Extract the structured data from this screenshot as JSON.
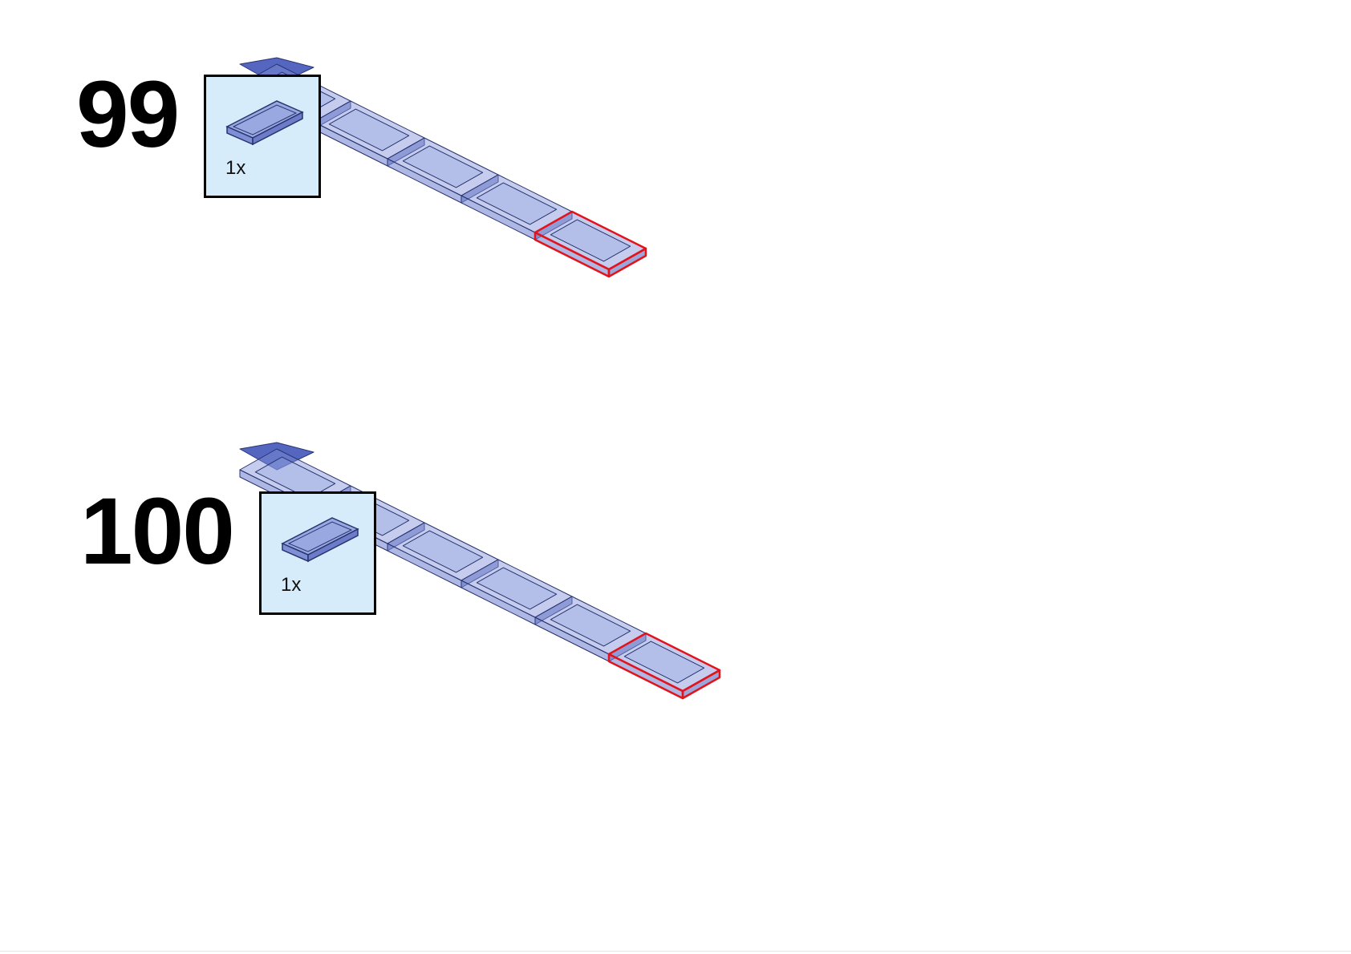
{
  "steps": [
    {
      "number": "99",
      "part_quantity": "1x",
      "part_icon": "tile-1x2-transparent-blue-icon",
      "tiles_in_model": 5
    },
    {
      "number": "100",
      "part_quantity": "1x",
      "part_icon": "tile-1x2-transparent-blue-icon",
      "tiles_in_model": 6
    }
  ],
  "colors": {
    "part_fill": "#7f8fd6",
    "part_stroke": "#27346f",
    "highlight": "#e3121b",
    "callout_bg": "#d6ecfb"
  }
}
